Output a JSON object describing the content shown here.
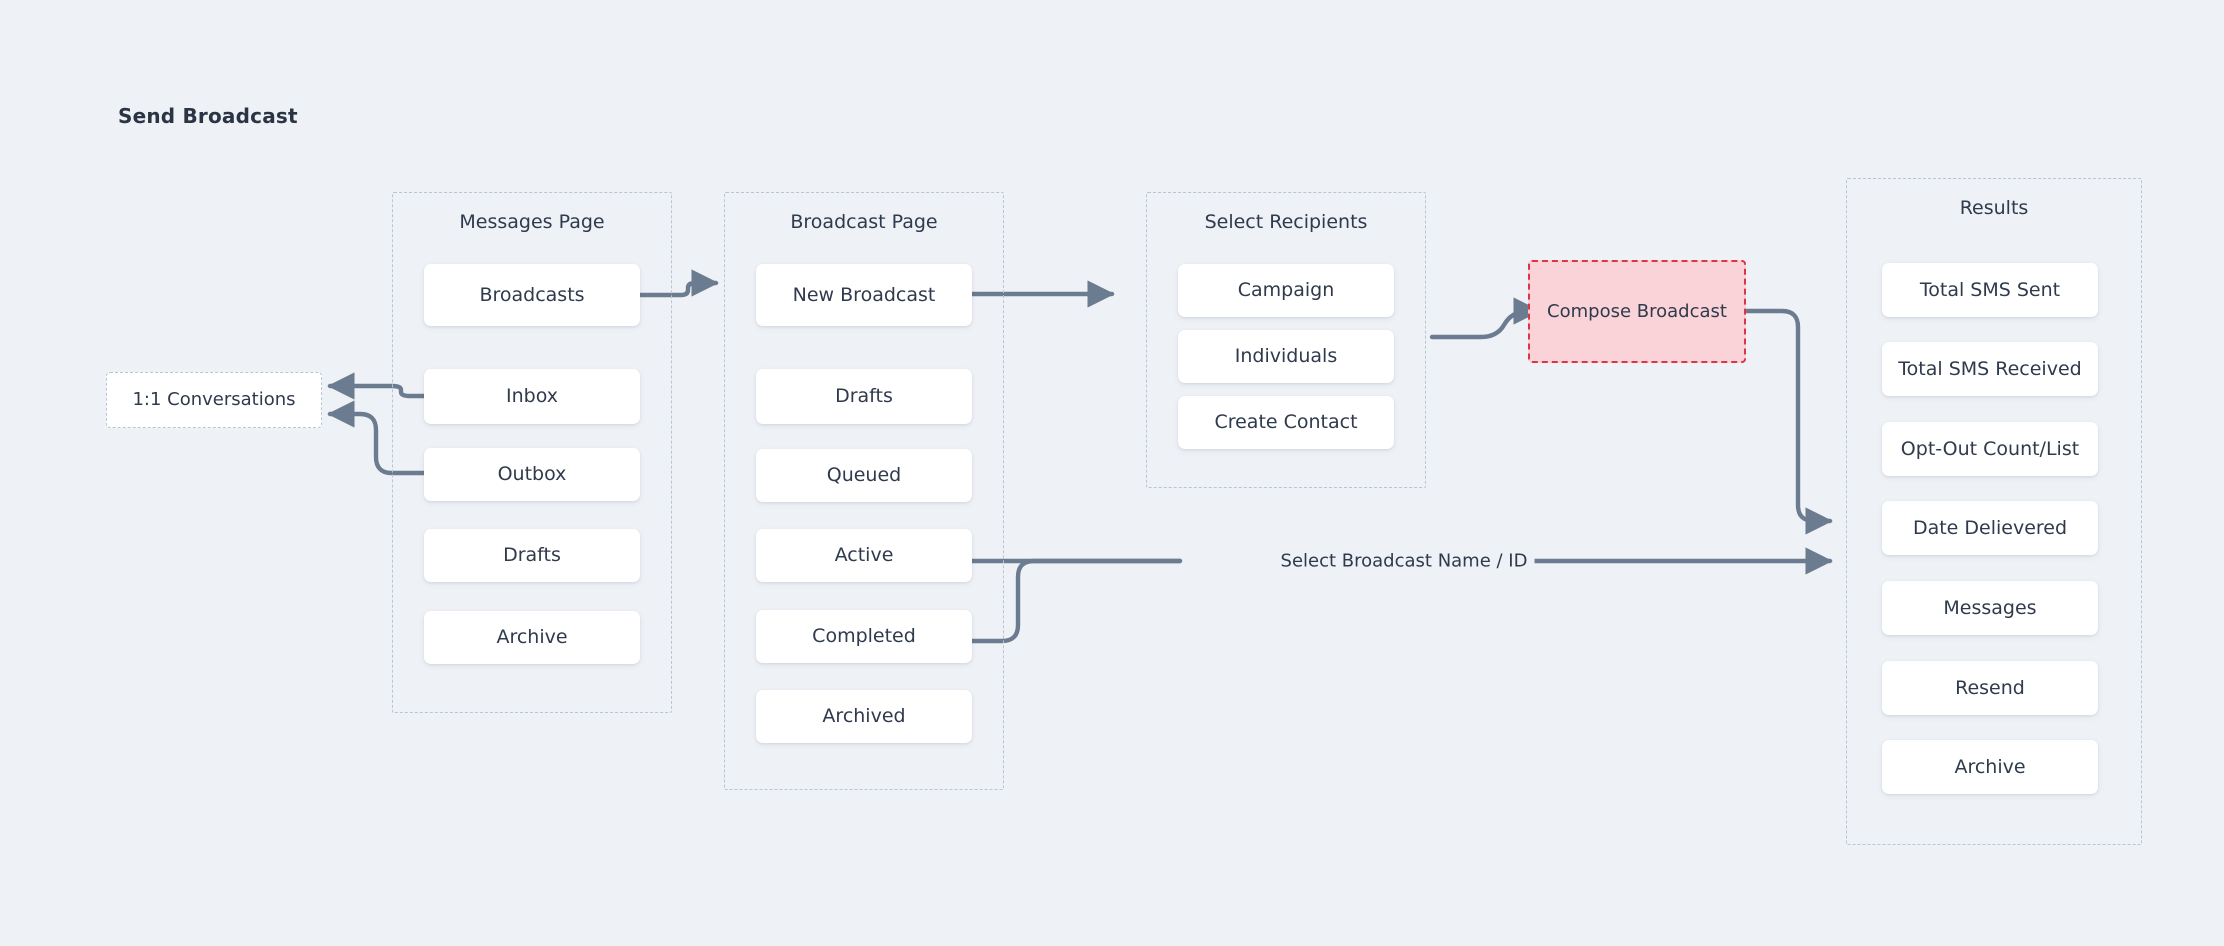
{
  "page": {
    "title": "Send Broadcast",
    "background_color": "#eef1f6",
    "text_color": "#2f3a4c",
    "connector_color": "#6b7c90",
    "group_border_color": "#b9c4d4",
    "highlight_fill": "#f9d3d8",
    "highlight_border": "#dc3545"
  },
  "standalone": {
    "conversations": {
      "label": "1:1 Conversations"
    },
    "compose": {
      "label": "Compose Broadcast"
    }
  },
  "groups": {
    "messages_page": {
      "title": "Messages Page",
      "items": [
        {
          "label": "Broadcasts"
        },
        {
          "label": "Inbox"
        },
        {
          "label": "Outbox"
        },
        {
          "label": "Drafts"
        },
        {
          "label": "Archive"
        }
      ]
    },
    "broadcast_page": {
      "title": "Broadcast Page",
      "items": [
        {
          "label": "New Broadcast"
        },
        {
          "label": "Drafts"
        },
        {
          "label": "Queued"
        },
        {
          "label": "Active"
        },
        {
          "label": "Completed"
        },
        {
          "label": "Archived"
        }
      ]
    },
    "select_recipients": {
      "title": "Select Recipients",
      "items": [
        {
          "label": "Campaign"
        },
        {
          "label": "Individuals"
        },
        {
          "label": "Create Contact"
        }
      ]
    },
    "results": {
      "title": "Results",
      "items": [
        {
          "label": "Total SMS Sent"
        },
        {
          "label": "Total SMS Received"
        },
        {
          "label": "Opt-Out Count/List"
        },
        {
          "label": "Date Delievered"
        },
        {
          "label": "Messages"
        },
        {
          "label": "Resend"
        },
        {
          "label": "Archive"
        }
      ]
    }
  },
  "edges": {
    "select_broadcast": {
      "label": "Select Broadcast Name / ID"
    }
  }
}
